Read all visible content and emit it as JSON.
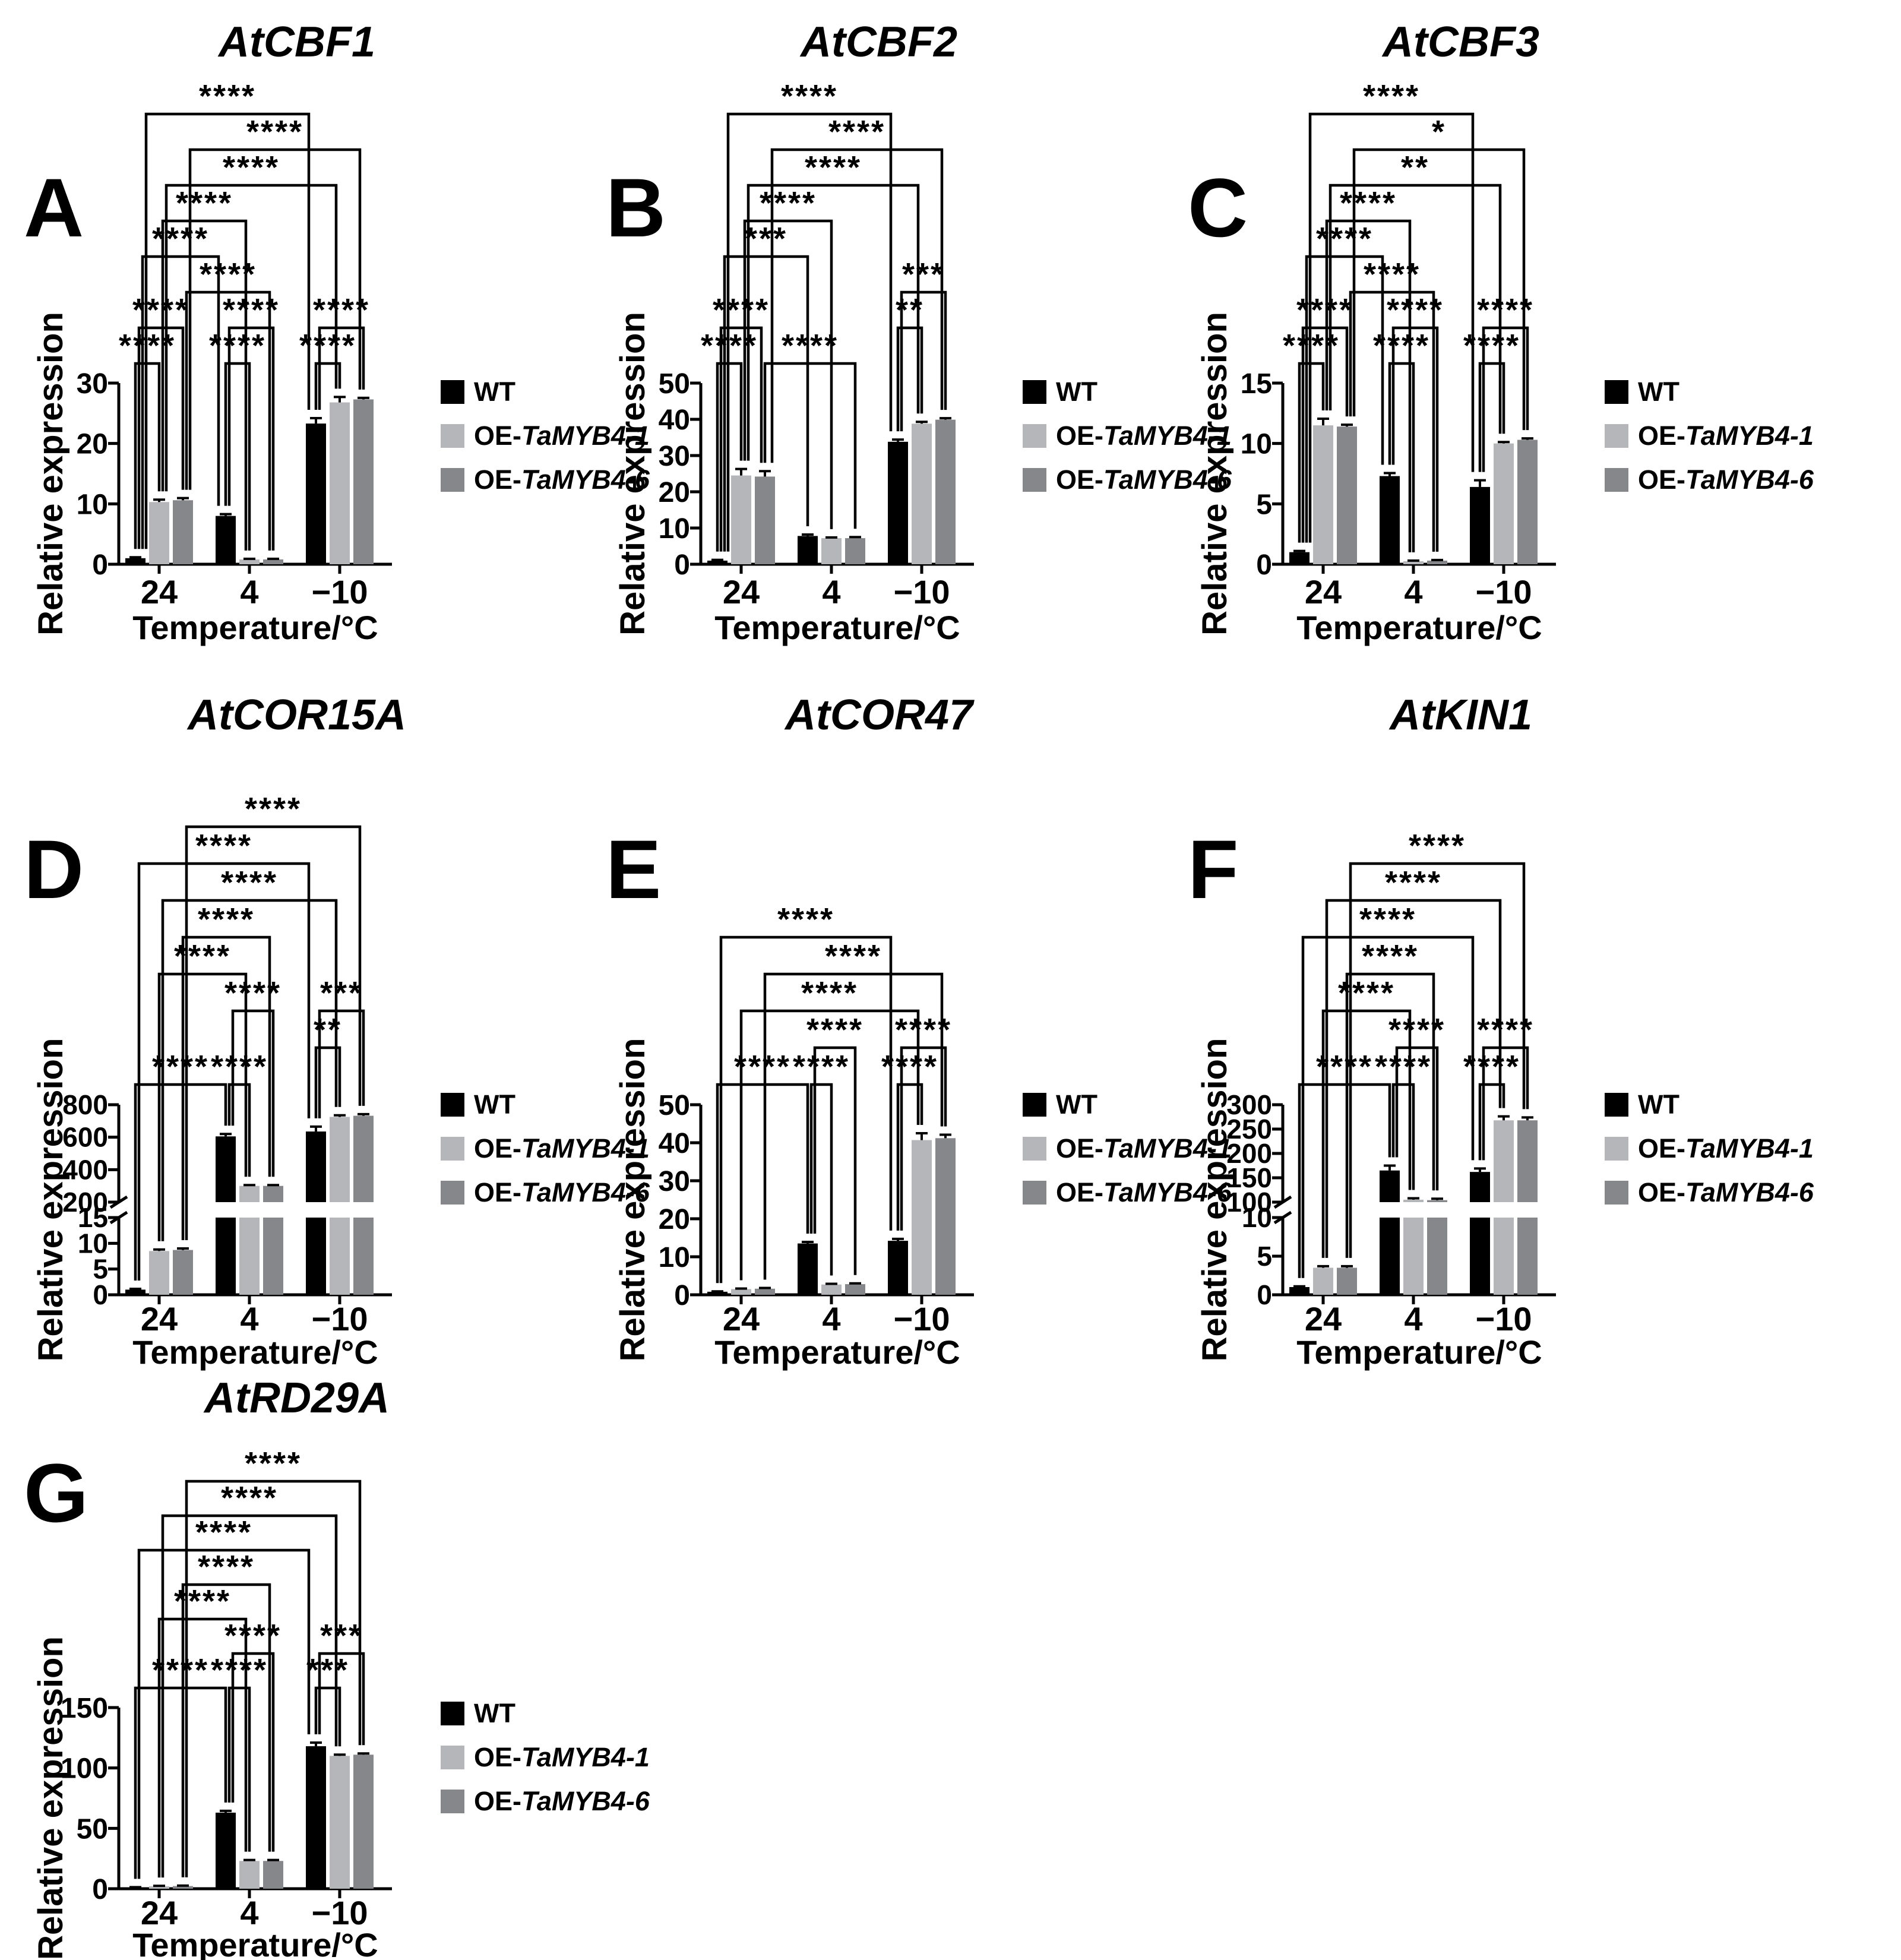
{
  "figure": {
    "background": "#ffffff",
    "y_axis_title": "Relative expression",
    "x_axis_title": "Temperature/°C",
    "categories": [
      "24",
      "4",
      "−10"
    ],
    "colors": {
      "wt": "#000000",
      "oe1": "#b5b6ba",
      "oe6": "#86878b",
      "axis": "#000000"
    }
  },
  "legend": {
    "items": [
      {
        "prefix": "WT",
        "italic": "",
        "color": "wt"
      },
      {
        "prefix": "OE-",
        "italic": "TaMYB4-1",
        "color": "oe1"
      },
      {
        "prefix": "OE-",
        "italic": "TaMYB4-6",
        "color": "oe6"
      }
    ]
  },
  "chart_data": [
    {
      "panel": "A",
      "title": "AtCBF1",
      "type": "bar",
      "categories": [
        "24",
        "4",
        "−10"
      ],
      "xlabel": "Temperature/°C",
      "ylabel": "Relative expression",
      "axis": {
        "kind": "linear",
        "ticks": [
          0,
          10,
          20,
          30
        ],
        "ylim": [
          0,
          30
        ]
      },
      "series": [
        {
          "name": "WT",
          "values": [
            1.0,
            8.0,
            23.3
          ],
          "errors": [
            0.15,
            0.3,
            0.9
          ]
        },
        {
          "name": "OE-TaMYB4-1",
          "values": [
            10.3,
            0.8,
            26.8
          ],
          "errors": [
            0.4,
            0.1,
            0.9
          ]
        },
        {
          "name": "OE-TaMYB4-6",
          "values": [
            10.6,
            0.8,
            27.3
          ],
          "errors": [
            0.35,
            0.1,
            0.25
          ]
        }
      ],
      "significance": [
        {
          "bars": [
            0,
            1
          ],
          "row": 0,
          "stars": "****"
        },
        {
          "bars": [
            3,
            4
          ],
          "row": 0,
          "stars": "****"
        },
        {
          "bars": [
            6,
            7
          ],
          "row": 0,
          "stars": "****"
        },
        {
          "bars": [
            0,
            2
          ],
          "row": 1,
          "stars": "****"
        },
        {
          "bars": [
            3,
            5
          ],
          "row": 1,
          "stars": "****"
        },
        {
          "bars": [
            6,
            8
          ],
          "row": 1,
          "stars": "****"
        },
        {
          "bars": [
            2,
            5
          ],
          "row": 2,
          "stars": "****"
        },
        {
          "bars": [
            0,
            3
          ],
          "row": 3,
          "stars": "****"
        },
        {
          "bars": [
            1,
            4
          ],
          "row": 4,
          "stars": "****"
        },
        {
          "bars": [
            1,
            7
          ],
          "row": 5,
          "stars": "****"
        },
        {
          "bars": [
            2,
            8
          ],
          "row": 6,
          "stars": "****"
        },
        {
          "bars": [
            0,
            6
          ],
          "row": 7,
          "stars": "****"
        }
      ]
    },
    {
      "panel": "B",
      "title": "AtCBF2",
      "type": "bar",
      "categories": [
        "24",
        "4",
        "−10"
      ],
      "xlabel": "Temperature/°C",
      "ylabel": "Relative expression",
      "axis": {
        "kind": "linear",
        "ticks": [
          0,
          10,
          20,
          30,
          40,
          50
        ],
        "ylim": [
          0,
          50
        ]
      },
      "series": [
        {
          "name": "WT",
          "values": [
            1.0,
            7.8,
            33.8
          ],
          "errors": [
            0.2,
            0.4,
            0.6
          ]
        },
        {
          "name": "OE-TaMYB4-1",
          "values": [
            24.5,
            7.2,
            38.8
          ],
          "errors": [
            1.8,
            0.2,
            0.5
          ]
        },
        {
          "name": "OE-TaMYB4-6",
          "values": [
            24.2,
            7.2,
            39.9
          ],
          "errors": [
            1.5,
            0.3,
            0.4
          ]
        }
      ],
      "significance": [
        {
          "bars": [
            0,
            1
          ],
          "row": 0,
          "stars": "****"
        },
        {
          "bars": [
            2,
            5
          ],
          "row": 0,
          "stars": "****"
        },
        {
          "bars": [
            0,
            2
          ],
          "row": 1,
          "stars": "****"
        },
        {
          "bars": [
            6,
            7
          ],
          "row": 1,
          "stars": "**"
        },
        {
          "bars": [
            6,
            8
          ],
          "row": 2,
          "stars": "***"
        },
        {
          "bars": [
            0,
            3
          ],
          "row": 3,
          "stars": "***"
        },
        {
          "bars": [
            1,
            4
          ],
          "row": 4,
          "stars": "****"
        },
        {
          "bars": [
            1,
            7
          ],
          "row": 5,
          "stars": "****"
        },
        {
          "bars": [
            2,
            8
          ],
          "row": 6,
          "stars": "****"
        },
        {
          "bars": [
            0,
            6
          ],
          "row": 7,
          "stars": "****"
        }
      ]
    },
    {
      "panel": "C",
      "title": "AtCBF3",
      "type": "bar",
      "categories": [
        "24",
        "4",
        "−10"
      ],
      "xlabel": "Temperature/°C",
      "ylabel": "Relative expression",
      "axis": {
        "kind": "linear",
        "ticks": [
          0,
          5,
          10,
          15
        ],
        "ylim": [
          0,
          15
        ]
      },
      "series": [
        {
          "name": "WT",
          "values": [
            1.0,
            7.3,
            6.4
          ],
          "errors": [
            0.1,
            0.25,
            0.55
          ]
        },
        {
          "name": "OE-TaMYB4-1",
          "values": [
            11.5,
            0.25,
            10.0
          ],
          "errors": [
            0.55,
            0.05,
            0.12
          ]
        },
        {
          "name": "OE-TaMYB4-6",
          "values": [
            11.4,
            0.3,
            10.3
          ],
          "errors": [
            0.15,
            0.05,
            0.12
          ]
        }
      ],
      "significance": [
        {
          "bars": [
            0,
            1
          ],
          "row": 0,
          "stars": "****"
        },
        {
          "bars": [
            3,
            4
          ],
          "row": 0,
          "stars": "****"
        },
        {
          "bars": [
            6,
            7
          ],
          "row": 0,
          "stars": "****"
        },
        {
          "bars": [
            0,
            2
          ],
          "row": 1,
          "stars": "****"
        },
        {
          "bars": [
            3,
            5
          ],
          "row": 1,
          "stars": "****"
        },
        {
          "bars": [
            6,
            8
          ],
          "row": 1,
          "stars": "****"
        },
        {
          "bars": [
            2,
            5
          ],
          "row": 2,
          "stars": "****"
        },
        {
          "bars": [
            0,
            3
          ],
          "row": 3,
          "stars": "****"
        },
        {
          "bars": [
            1,
            4
          ],
          "row": 4,
          "stars": "****"
        },
        {
          "bars": [
            1,
            7
          ],
          "row": 5,
          "stars": "**"
        },
        {
          "bars": [
            2,
            8
          ],
          "row": 6,
          "stars": "*"
        },
        {
          "bars": [
            0,
            6
          ],
          "row": 7,
          "stars": "****"
        }
      ]
    },
    {
      "panel": "D",
      "title": "AtCOR15A",
      "type": "bar",
      "categories": [
        "24",
        "4",
        "−10"
      ],
      "xlabel": "Temperature/°C",
      "ylabel": "Relative expression",
      "axis": {
        "kind": "broken",
        "lower": {
          "ticks": [
            0,
            5,
            10,
            15
          ],
          "lim": [
            0,
            15
          ]
        },
        "upper": {
          "ticks": [
            200,
            400,
            600,
            800
          ],
          "lim": [
            200,
            800
          ]
        }
      },
      "series": [
        {
          "name": "WT",
          "values": [
            1.0,
            605,
            635
          ],
          "errors": [
            0.15,
            15,
            30
          ]
        },
        {
          "name": "OE-TaMYB4-1",
          "values": [
            8.5,
            300,
            725
          ],
          "errors": [
            0.3,
            5,
            10
          ]
        },
        {
          "name": "OE-TaMYB4-6",
          "values": [
            8.7,
            300,
            732
          ],
          "errors": [
            0.3,
            5,
            10
          ]
        }
      ],
      "significance": [
        {
          "bars": [
            0,
            3
          ],
          "row": 0,
          "stars": "****"
        },
        {
          "bars": [
            3,
            4
          ],
          "row": 0,
          "stars": "****"
        },
        {
          "bars": [
            6,
            7
          ],
          "row": 1,
          "stars": "**"
        },
        {
          "bars": [
            3,
            5
          ],
          "row": 2,
          "stars": "****"
        },
        {
          "bars": [
            6,
            8
          ],
          "row": 2,
          "stars": "***"
        },
        {
          "bars": [
            1,
            4
          ],
          "row": 3,
          "stars": "****"
        },
        {
          "bars": [
            2,
            5
          ],
          "row": 4,
          "stars": "****"
        },
        {
          "bars": [
            1,
            7
          ],
          "row": 5,
          "stars": "****"
        },
        {
          "bars": [
            0,
            6
          ],
          "row": 6,
          "stars": "****"
        },
        {
          "bars": [
            2,
            8
          ],
          "row": 7,
          "stars": "****"
        }
      ]
    },
    {
      "panel": "E",
      "title": "AtCOR47",
      "type": "bar",
      "categories": [
        "24",
        "4",
        "−10"
      ],
      "xlabel": "Temperature/°C",
      "ylabel": "Relative expression",
      "axis": {
        "kind": "linear",
        "ticks": [
          0,
          10,
          20,
          30,
          40,
          50
        ],
        "ylim": [
          0,
          50
        ]
      },
      "series": [
        {
          "name": "WT",
          "values": [
            0.8,
            13.5,
            14.2
          ],
          "errors": [
            0.1,
            0.4,
            0.5
          ]
        },
        {
          "name": "OE-TaMYB4-1",
          "values": [
            1.5,
            2.7,
            40.7
          ],
          "errors": [
            0.15,
            0.2,
            1.8
          ]
        },
        {
          "name": "OE-TaMYB4-6",
          "values": [
            1.6,
            2.8,
            41.2
          ],
          "errors": [
            0.2,
            0.2,
            0.9
          ]
        }
      ],
      "significance": [
        {
          "bars": [
            0,
            3
          ],
          "row": 0,
          "stars": "****"
        },
        {
          "bars": [
            3,
            4
          ],
          "row": 0,
          "stars": "****"
        },
        {
          "bars": [
            6,
            7
          ],
          "row": 0,
          "stars": "****"
        },
        {
          "bars": [
            3,
            5
          ],
          "row": 1,
          "stars": "****"
        },
        {
          "bars": [
            6,
            8
          ],
          "row": 1,
          "stars": "****"
        },
        {
          "bars": [
            1,
            7
          ],
          "row": 2,
          "stars": "****"
        },
        {
          "bars": [
            2,
            8
          ],
          "row": 3,
          "stars": "****"
        },
        {
          "bars": [
            0,
            6
          ],
          "row": 4,
          "stars": "****"
        }
      ]
    },
    {
      "panel": "F",
      "title": "AtKIN1",
      "type": "bar",
      "categories": [
        "24",
        "4",
        "−10"
      ],
      "xlabel": "Temperature/°C",
      "ylabel": "Relative expression",
      "axis": {
        "kind": "broken",
        "lower": {
          "ticks": [
            0,
            5,
            10
          ],
          "lim": [
            0,
            10
          ]
        },
        "upper": {
          "ticks": [
            100,
            150,
            200,
            250,
            300
          ],
          "lim": [
            100,
            300
          ]
        }
      },
      "series": [
        {
          "name": "WT",
          "values": [
            1.0,
            165,
            162
          ],
          "errors": [
            0.1,
            10,
            7
          ]
        },
        {
          "name": "OE-TaMYB4-1",
          "values": [
            3.5,
            105,
            268
          ],
          "errors": [
            0.2,
            3,
            8
          ]
        },
        {
          "name": "OE-TaMYB4-6",
          "values": [
            3.5,
            104,
            268
          ],
          "errors": [
            0.2,
            3,
            6
          ]
        }
      ],
      "significance": [
        {
          "bars": [
            0,
            3
          ],
          "row": 0,
          "stars": "****"
        },
        {
          "bars": [
            3,
            4
          ],
          "row": 0,
          "stars": "****"
        },
        {
          "bars": [
            6,
            7
          ],
          "row": 0,
          "stars": "****"
        },
        {
          "bars": [
            3,
            5
          ],
          "row": 1,
          "stars": "****"
        },
        {
          "bars": [
            6,
            8
          ],
          "row": 1,
          "stars": "****"
        },
        {
          "bars": [
            1,
            4
          ],
          "row": 2,
          "stars": "****"
        },
        {
          "bars": [
            2,
            5
          ],
          "row": 3,
          "stars": "****"
        },
        {
          "bars": [
            0,
            6
          ],
          "row": 4,
          "stars": "****"
        },
        {
          "bars": [
            1,
            7
          ],
          "row": 5,
          "stars": "****"
        },
        {
          "bars": [
            2,
            8
          ],
          "row": 6,
          "stars": "****"
        }
      ]
    },
    {
      "panel": "G",
      "title": "AtRD29A",
      "type": "bar",
      "categories": [
        "24",
        "4",
        "−10"
      ],
      "xlabel": "Temperature/°C",
      "ylabel": "Relative expression",
      "axis": {
        "kind": "linear",
        "ticks": [
          0,
          50,
          100,
          150
        ],
        "ylim": [
          0,
          150
        ]
      },
      "series": [
        {
          "name": "WT",
          "values": [
            1.0,
            63,
            118
          ],
          "errors": [
            0.3,
            1.5,
            3
          ]
        },
        {
          "name": "OE-TaMYB4-1",
          "values": [
            2.0,
            23,
            110
          ],
          "errors": [
            0.4,
            0.8,
            1
          ]
        },
        {
          "name": "OE-TaMYB4-6",
          "values": [
            2.2,
            23,
            111
          ],
          "errors": [
            0.4,
            0.8,
            1
          ]
        }
      ],
      "significance": [
        {
          "bars": [
            0,
            3
          ],
          "row": 0,
          "stars": "****"
        },
        {
          "bars": [
            3,
            4
          ],
          "row": 0,
          "stars": "****"
        },
        {
          "bars": [
            6,
            7
          ],
          "row": 0,
          "stars": "***"
        },
        {
          "bars": [
            3,
            5
          ],
          "row": 1,
          "stars": "****"
        },
        {
          "bars": [
            6,
            8
          ],
          "row": 1,
          "stars": "***"
        },
        {
          "bars": [
            1,
            4
          ],
          "row": 2,
          "stars": "****"
        },
        {
          "bars": [
            2,
            5
          ],
          "row": 3,
          "stars": "****"
        },
        {
          "bars": [
            0,
            6
          ],
          "row": 4,
          "stars": "****"
        },
        {
          "bars": [
            1,
            7
          ],
          "row": 5,
          "stars": "****"
        },
        {
          "bars": [
            2,
            8
          ],
          "row": 6,
          "stars": "****"
        }
      ]
    }
  ]
}
